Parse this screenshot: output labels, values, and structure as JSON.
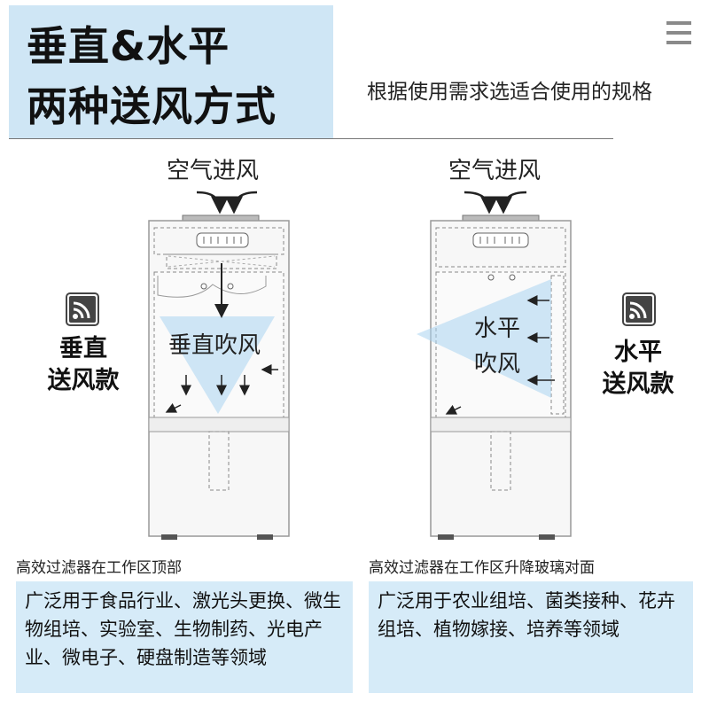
{
  "header": {
    "title_line1": "垂直&水平",
    "title_line2": "两种送风方式",
    "subtitle": "根据使用需求选适合使用的规格"
  },
  "left": {
    "air_in": "空气进风",
    "flow_label": "垂直吹风",
    "side_label_line1": "垂直",
    "side_label_line2": "送风款",
    "caption": "高效过滤器在工作区顶部",
    "description": "广泛用于食品行业、激光头更换、微生物组培、实验室、生物制药、光电产业、微电子、硬盘制造等领域"
  },
  "right": {
    "air_in": "空气进风",
    "flow_label_line1": "水平",
    "flow_label_line2": "吹风",
    "side_label_line1": "水平",
    "side_label_line2": "送风款",
    "caption": "高效过滤器在工作区升降玻璃对面",
    "description": "广泛用于农业组培、菌类接种、花卉组培、植物嫁接、培养等领域"
  },
  "icons": {
    "menu": "hamburger-menu-icon",
    "feature": "rss-feed-icon"
  },
  "colors": {
    "title_bg": "#cfe6f5",
    "desc_bg": "#d6ebf8",
    "airflow": "#a9d4f0"
  }
}
